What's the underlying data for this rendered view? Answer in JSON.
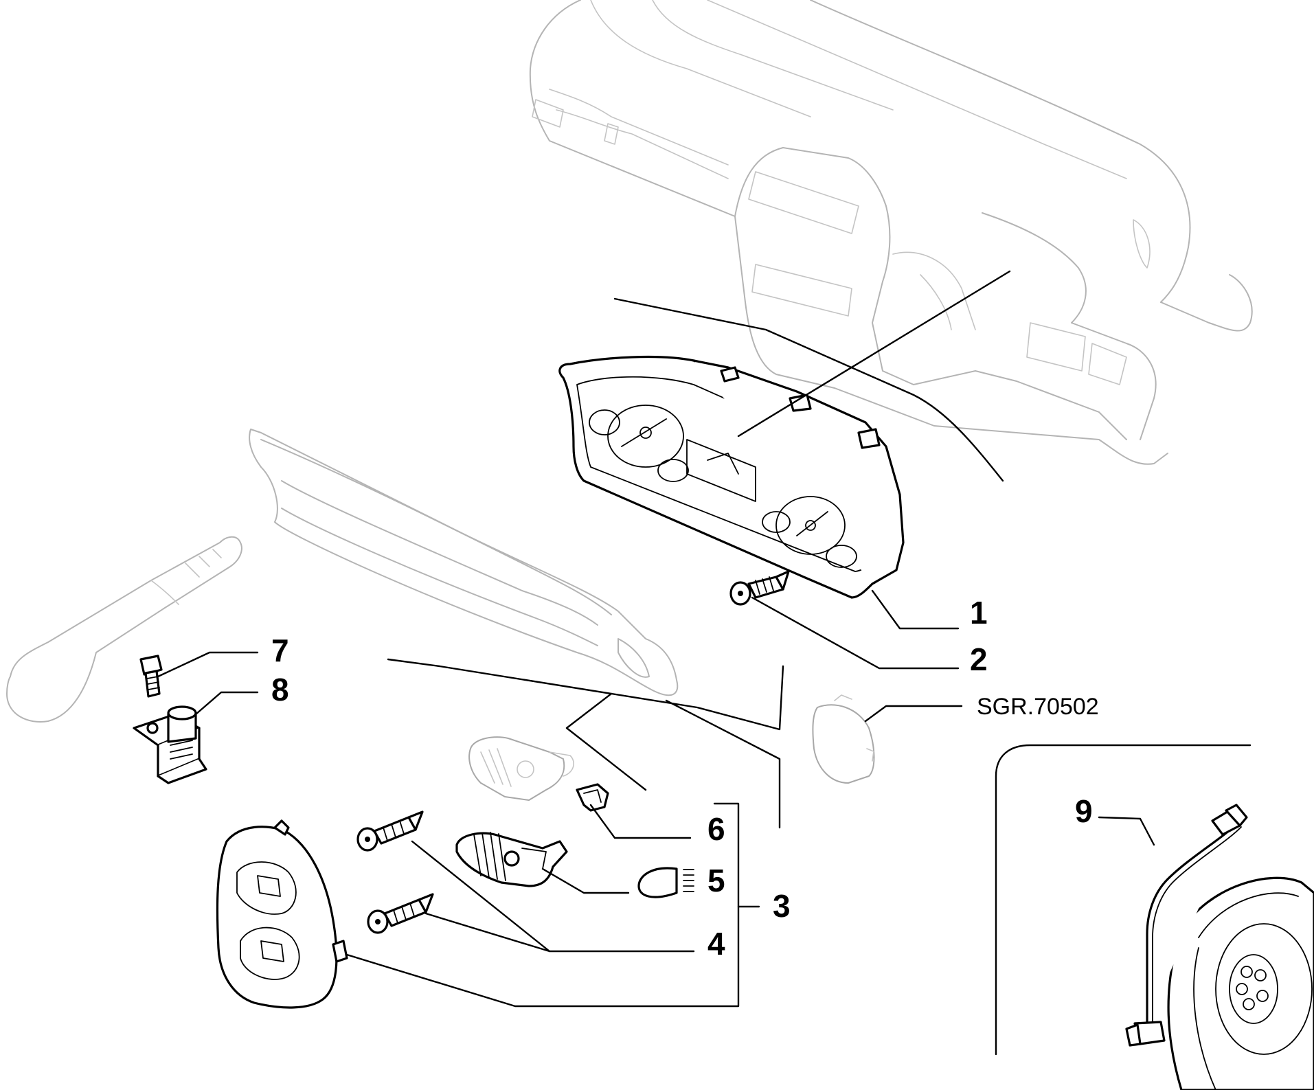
{
  "callouts": [
    "1",
    "2",
    "3",
    "4",
    "5",
    "6",
    "7",
    "8",
    "9"
  ],
  "reference_code": "SGR.70502"
}
